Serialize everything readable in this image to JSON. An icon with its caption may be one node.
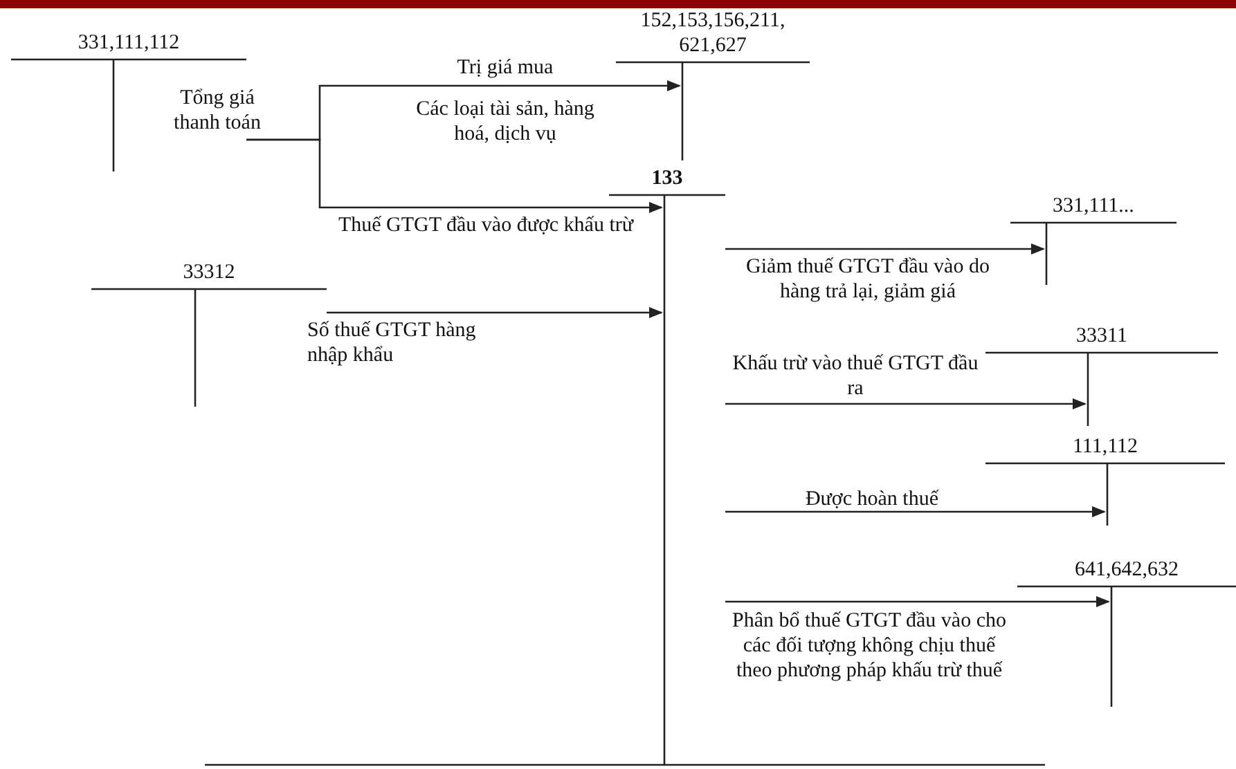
{
  "diagram": {
    "nodes": [
      {
        "text": [
          "331,111,112"
        ]
      },
      {
        "text": [
          "152,153,156,211, 621,627"
        ]
      },
      {
        "text": [
          "133"
        ]
      },
      {
        "text": [
          "33312"
        ]
      },
      {
        "text": [
          "331,111..."
        ]
      },
      {
        "text": [
          "33311"
        ]
      },
      {
        "text": [
          "111,112"
        ]
      },
      {
        "text": [
          "641,642,632"
        ]
      }
    ],
    "edges": [
      {
        "from": 0,
        "to": 1,
        "arrow": "to",
        "label": "Trị giá mua"
      },
      {
        "from": 0,
        "to": 2,
        "arrow": "to",
        "label": "Thuế GTGT đầu vào được khấu trừ"
      },
      {
        "from": 3,
        "to": 2,
        "arrow": "to",
        "label": "Số thuế GTGT hàng nhập khẩu"
      },
      {
        "from": 2,
        "to": 4,
        "arrow": "to",
        "label": "Giảm thuế GTGT đầu vào do hàng trả lại, giảm giá"
      },
      {
        "from": 2,
        "to": 5,
        "arrow": "to",
        "label": "Khấu trừ vào thuế GTGT đầu ra"
      },
      {
        "from": 2,
        "to": 6,
        "arrow": "to",
        "label": "Được hoàn thuế"
      },
      {
        "from": 2,
        "to": 7,
        "arrow": "to",
        "label": "Phân bổ thuế GTGT đầu vào cho các đối tượng không chịu thuế theo phương pháp khấu trừ thuế"
      }
    ],
    "labels": [
      "Tổng giá thanh toán",
      "Các loại tài sản, hàng hoá, dịch vụ"
    ]
  }
}
